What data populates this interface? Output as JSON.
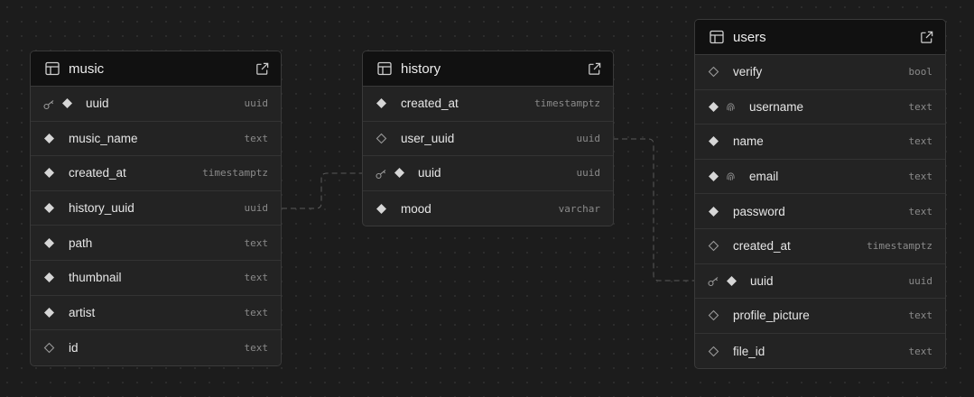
{
  "tables": {
    "music": {
      "name": "music",
      "columns": [
        {
          "name": "uuid",
          "type": "uuid",
          "primary_key": true,
          "nullable": false,
          "unique": false
        },
        {
          "name": "music_name",
          "type": "text",
          "primary_key": false,
          "nullable": false,
          "unique": false
        },
        {
          "name": "created_at",
          "type": "timestamptz",
          "primary_key": false,
          "nullable": false,
          "unique": false
        },
        {
          "name": "history_uuid",
          "type": "uuid",
          "primary_key": false,
          "nullable": false,
          "unique": false
        },
        {
          "name": "path",
          "type": "text",
          "primary_key": false,
          "nullable": false,
          "unique": false
        },
        {
          "name": "thumbnail",
          "type": "text",
          "primary_key": false,
          "nullable": false,
          "unique": false
        },
        {
          "name": "artist",
          "type": "text",
          "primary_key": false,
          "nullable": false,
          "unique": false
        },
        {
          "name": "id",
          "type": "text",
          "primary_key": false,
          "nullable": true,
          "unique": false
        }
      ]
    },
    "history": {
      "name": "history",
      "columns": [
        {
          "name": "created_at",
          "type": "timestamptz",
          "primary_key": false,
          "nullable": false,
          "unique": false
        },
        {
          "name": "user_uuid",
          "type": "uuid",
          "primary_key": false,
          "nullable": true,
          "unique": false
        },
        {
          "name": "uuid",
          "type": "uuid",
          "primary_key": true,
          "nullable": false,
          "unique": false
        },
        {
          "name": "mood",
          "type": "varchar",
          "primary_key": false,
          "nullable": false,
          "unique": false
        }
      ]
    },
    "users": {
      "name": "users",
      "columns": [
        {
          "name": "verify",
          "type": "bool",
          "primary_key": false,
          "nullable": true,
          "unique": false
        },
        {
          "name": "username",
          "type": "text",
          "primary_key": false,
          "nullable": false,
          "unique": true
        },
        {
          "name": "name",
          "type": "text",
          "primary_key": false,
          "nullable": false,
          "unique": false
        },
        {
          "name": "email",
          "type": "text",
          "primary_key": false,
          "nullable": false,
          "unique": true
        },
        {
          "name": "password",
          "type": "text",
          "primary_key": false,
          "nullable": false,
          "unique": false
        },
        {
          "name": "created_at",
          "type": "timestamptz",
          "primary_key": false,
          "nullable": true,
          "unique": false
        },
        {
          "name": "uuid",
          "type": "uuid",
          "primary_key": true,
          "nullable": false,
          "unique": false
        },
        {
          "name": "profile_picture",
          "type": "text",
          "primary_key": false,
          "nullable": true,
          "unique": false
        },
        {
          "name": "file_id",
          "type": "text",
          "primary_key": false,
          "nullable": true,
          "unique": false
        }
      ]
    }
  },
  "relationships": [
    {
      "from": "music.history_uuid",
      "to": "history.uuid"
    },
    {
      "from": "history.user_uuid",
      "to": "users.uuid"
    }
  ],
  "colors": {
    "background": "#1c1c1c",
    "table_body": "#232323",
    "table_header": "#111111",
    "border": "#3a3a3a",
    "text": "#e6e6e6",
    "type_text": "#8a8a8a",
    "connector": "#5a5a5a"
  },
  "icons": {
    "table": "table-icon",
    "open": "external-link-icon",
    "primary_key": "key-icon",
    "not_null": "filled-diamond-icon",
    "nullable": "hollow-diamond-icon",
    "unique": "fingerprint-icon"
  }
}
